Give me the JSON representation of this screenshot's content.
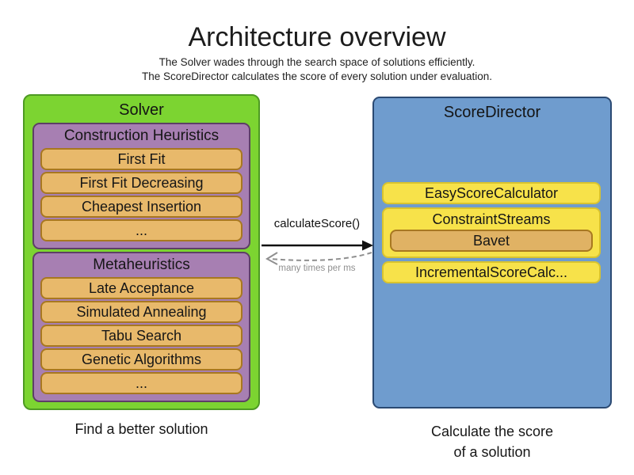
{
  "header": {
    "title": "Architecture overview",
    "subtitle1": "The Solver wades through the search space of solutions efficiently.",
    "subtitle2": "The ScoreDirector calculates the score of every solution under evaluation."
  },
  "solver": {
    "title": "Solver",
    "caption": "Find a better solution",
    "sections": [
      {
        "title": "Construction Heuristics",
        "items": [
          "First Fit",
          "First Fit Decreasing",
          "Cheapest Insertion",
          "..."
        ]
      },
      {
        "title": "Metaheuristics",
        "items": [
          "Late Acceptance",
          "Simulated Annealing",
          "Tabu Search",
          "Genetic Algorithms",
          "..."
        ]
      }
    ]
  },
  "score_director": {
    "title": "ScoreDirector",
    "caption_line1": "Calculate the score",
    "caption_line2": "of a solution",
    "calculators": [
      {
        "label": "EasyScoreCalculator"
      },
      {
        "label": "ConstraintStreams",
        "sub": "Bavet"
      },
      {
        "label": "IncrementalScoreCalc..."
      }
    ]
  },
  "connection": {
    "call_label": "calculateScore()",
    "frequency_label": "many times per ms"
  },
  "colors": {
    "solver_fill": "#7cd431",
    "solver_border": "#4e9a23",
    "heuristic_group_fill": "#a77fb2",
    "heuristic_group_border": "#5d3f66",
    "algorithm_fill": "#e8b96b",
    "algorithm_border": "#a87820",
    "score_director_fill": "#6f9cce",
    "score_director_border": "#2b4a73",
    "calculator_fill": "#f7e24a",
    "calculator_border": "#d8c32f",
    "solid_arrow": "#111111",
    "dashed_arrow": "#8f8f8f"
  }
}
